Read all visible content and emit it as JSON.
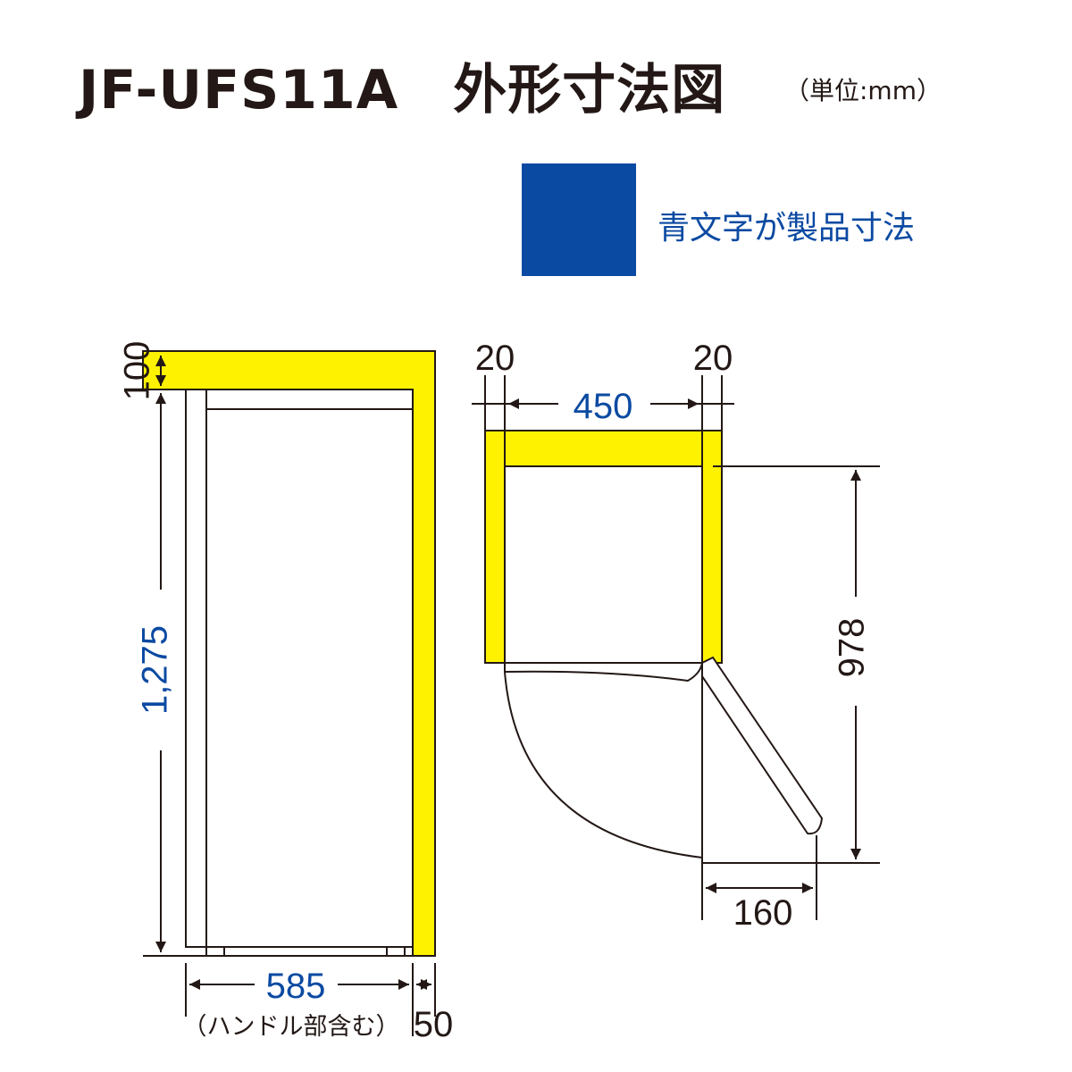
{
  "header": {
    "title": "JF-UFS11A　外形寸法図",
    "unit": "（単位:mm）"
  },
  "legend": {
    "text": "青文字が製品寸法",
    "swatch_color": "#0b4aa2"
  },
  "colors": {
    "product_dim": "#0b4aa2",
    "clearance_fill": "#fff200",
    "line": "#231815"
  },
  "side_view": {
    "clearance_top": "100",
    "height": "1,275",
    "depth": "585",
    "depth_note": "（ハンドル部含む）",
    "clearance_back": "50"
  },
  "top_view": {
    "clearance_left": "20",
    "clearance_right": "20",
    "width": "450",
    "door_open_depth": "978",
    "door_swing": "160"
  }
}
